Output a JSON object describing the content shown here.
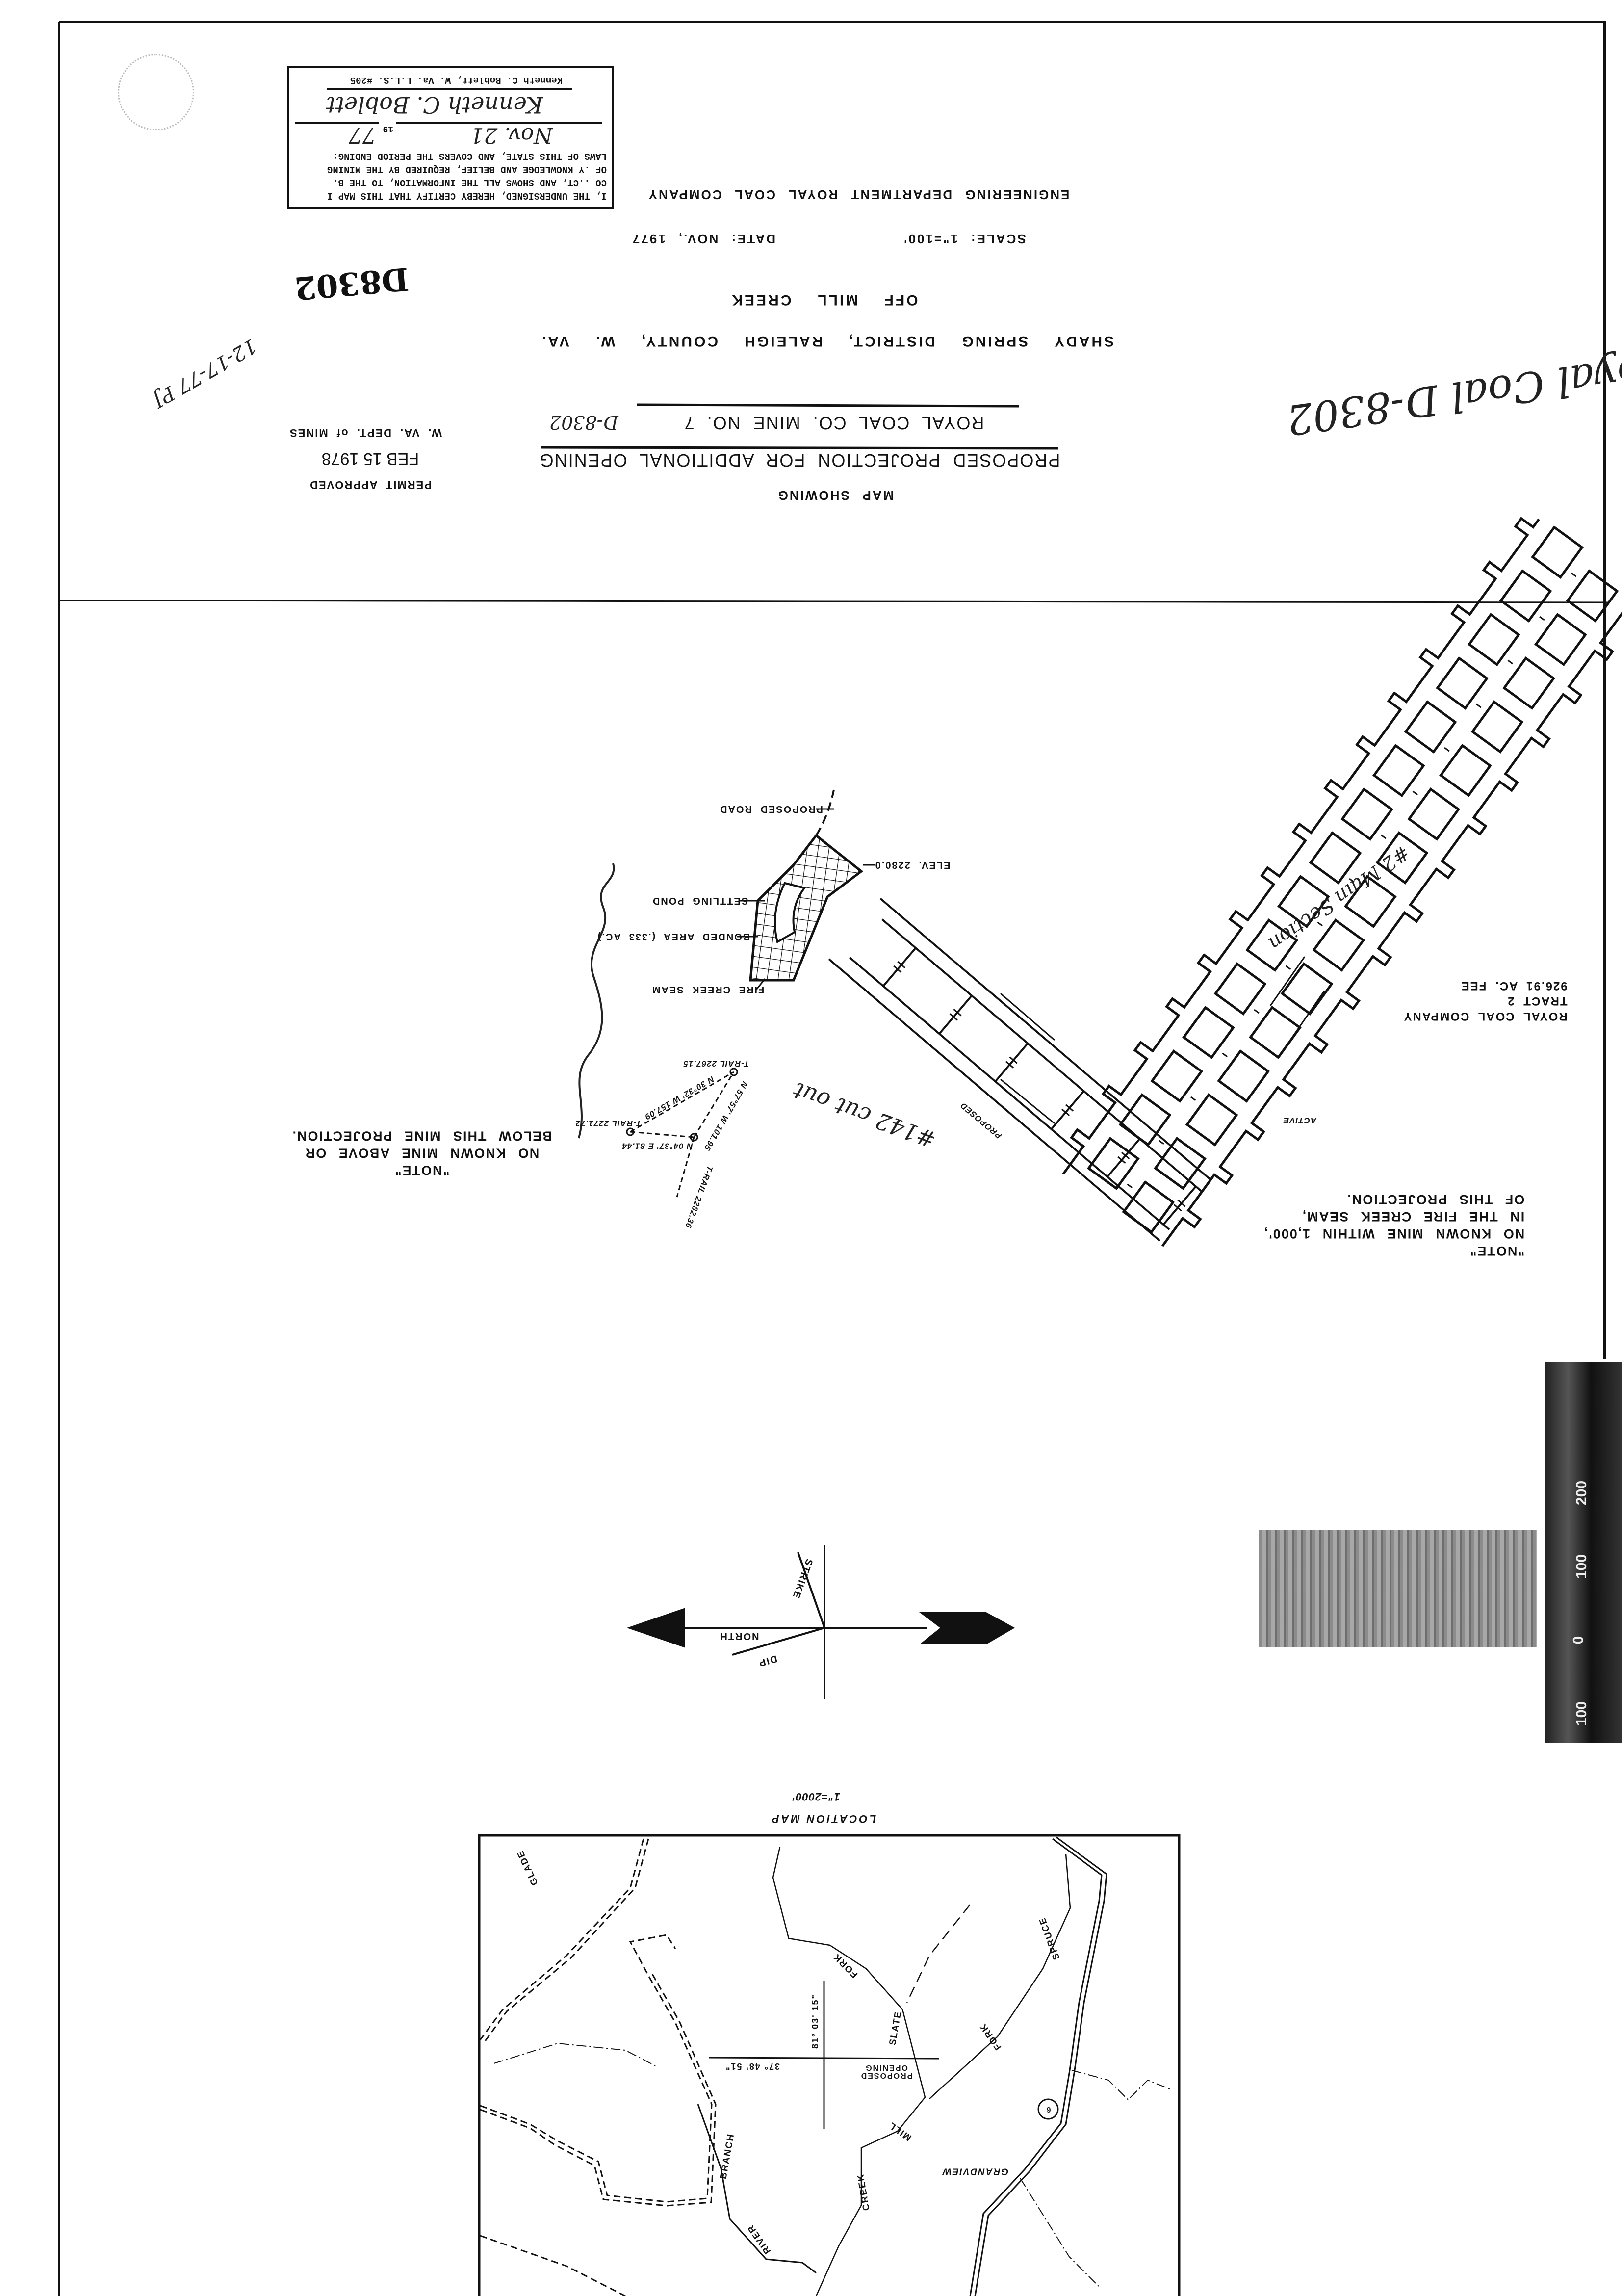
{
  "title_block": {
    "company_line": "ENGINEERING DEPARTMENT ROYAL COAL COMPANY",
    "scale": "SCALE: 1\"=100'",
    "date": "DATE: NOV., 1977",
    "location_line1": "OFF MILL CREEK",
    "location_line2": "SHADY SPRING DISTRICT, RALEIGH COUNTY, W. VA.",
    "mine_name": "ROYAL COAL CO. MINE NO. 7",
    "mine_number_handwritten": "D-8302",
    "project_title": "PROPOSED PROJECTION FOR ADDITIONAL OPENING",
    "map_showing": "MAP SHOWING"
  },
  "certification": {
    "lines": [
      "I, THE UNDERSIGNED, HEREBY CERTIFY THAT THIS MAP I",
      "CO ..CT, AND SHOWS ALL THE INFORMATION, TO THE B.",
      "OF .Y KNOWLEDGE AND BELIEF, REQUIRED BY THE MINING",
      "LAWS OF THIS STATE, AND COVERS THE PERIOD ENDING:"
    ],
    "date_handwritten": "Nov. 21",
    "year_prefix": "19",
    "year_handwritten": "77",
    "signature": "Kenneth C. Boblett",
    "surveyor": "Kenneth C. Boblett, W. Va. L.L.S. #205"
  },
  "stamps": {
    "file_number": "D8302",
    "permit_approved": "PERMIT APPROVED",
    "permit_date": "FEB 15 1978",
    "permit_agency": "W. VA. DEPT. of MINES"
  },
  "handwritten": {
    "royal_coal": "Royal Coal",
    "royal_coal_number": "D-8302",
    "date_initials": "12-17-77 PJ",
    "main_section": "#2 Main Section",
    "cutout": "#142 cut out"
  },
  "mine_map": {
    "proposed_road": "PROPOSED ROAD",
    "elevation": "ELEV. 2280.0",
    "settling_pond": "SETTLING POND",
    "bonded_area": "BONDED AREA (.333 AC.)",
    "seam": "FIRE CREEK SEAM",
    "proposed_label": "PROPOSED",
    "active_label": "ACTIVE",
    "tract": [
      "ROYAL COAL COMPANY",
      "TRACT 2",
      "926.91 AC. FEE"
    ],
    "note_left": "\"NOTE\"\nNO KNOWN MINE ABOVE OR\nBELOW THIS MINE PROJECTION.",
    "note_right": "\"NOTE\"\nNO KNOWN MINE WITHIN 1,000',\nIN THE FIRE CREEK SEAM,\nOF THIS PROJECTION.",
    "survey": {
      "station1": "T-RAIL 2267.15",
      "station2": "T-RAIL 2271.72",
      "station3": "T-RAIL 2282.36",
      "bearing1": "N 30°32' W 157.09",
      "bearing2": "N 04°37' E 81.44",
      "bearing3": "N 57°57' W 101.95"
    }
  },
  "compass": {
    "north": "NORTH",
    "strike": "STRIKE",
    "dip": "DIP"
  },
  "scale_bar": {
    "ticks": [
      "200",
      "100",
      "0",
      "100"
    ]
  },
  "location_map": {
    "title": "LOCATION MAP",
    "scale": "1\"=2000'",
    "opening": [
      "PROPOSED",
      "OPENING"
    ],
    "latitude": "37° 48' 51\"",
    "longitude": "81° 03' 15\"",
    "labels": {
      "glade": "GLADE",
      "fork1": "FORK",
      "slate": "SLATE",
      "spruce": "SPRUCE",
      "fork2": "FORK",
      "mill": "MILL",
      "creek": "CREEK",
      "branch": "BRANCH",
      "river": "RIVER",
      "grandview": "GRANDVIEW",
      "route": "6"
    }
  }
}
